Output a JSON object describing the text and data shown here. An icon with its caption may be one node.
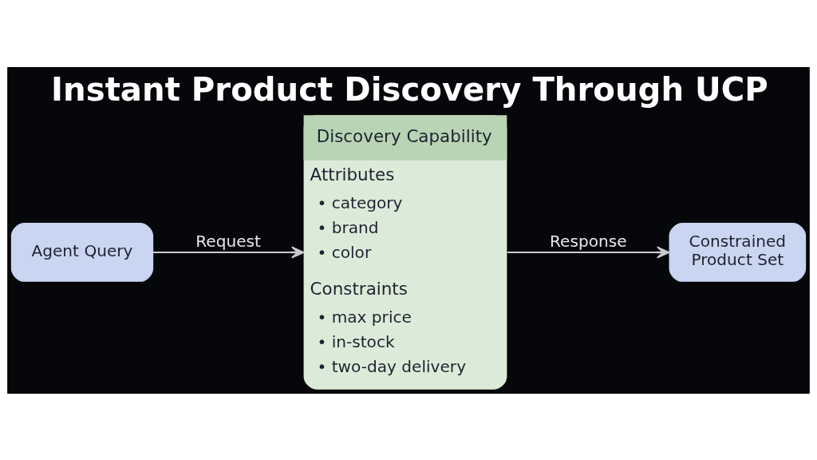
{
  "diagram": {
    "title": "Instant Product Discovery Through UCP",
    "nodes": [
      {
        "text": [
          "Agent Query"
        ]
      },
      {
        "text": [
          "Discovery Capability",
          "Attributes",
          "• category",
          "• brand",
          "• color",
          "Constraints",
          "• max price",
          "• in-stock",
          "• two-day delivery"
        ]
      },
      {
        "text": [
          "Constrained Product Set"
        ]
      }
    ],
    "edges": [
      {
        "from": 0,
        "to": 1,
        "arrow": "to",
        "label": "Request"
      },
      {
        "from": 1,
        "to": 2,
        "arrow": "to",
        "label": "Response"
      }
    ]
  }
}
